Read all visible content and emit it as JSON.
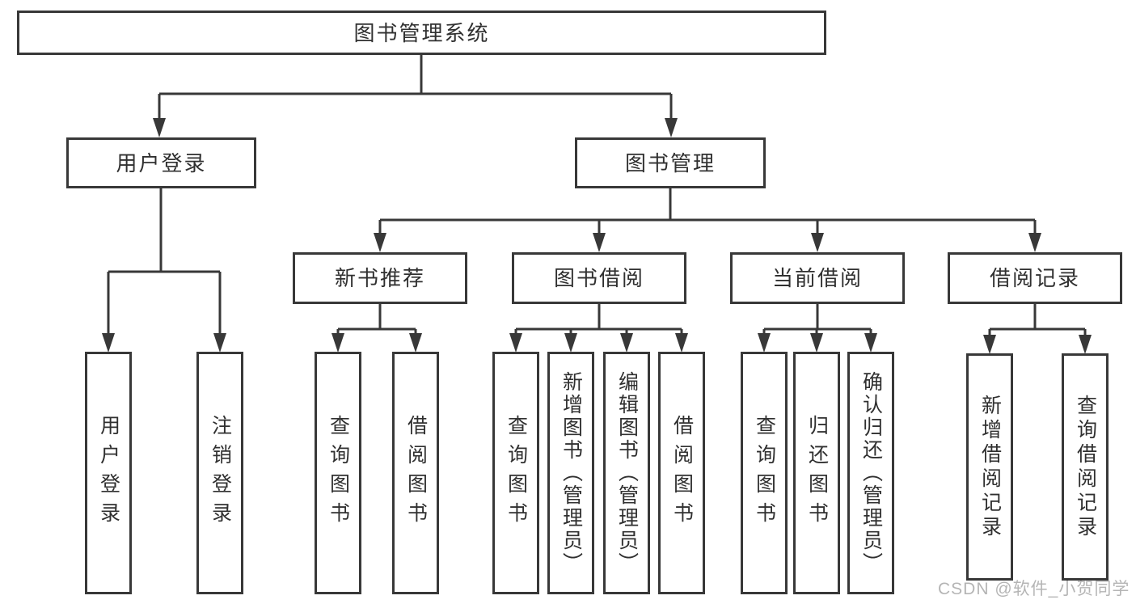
{
  "diagram": {
    "root": {
      "label": "图书管理系统"
    },
    "level2": [
      {
        "label": "用户登录",
        "children": [
          {
            "label": "用户登录"
          },
          {
            "label": "注销登录"
          }
        ]
      },
      {
        "label": "图书管理",
        "children": [
          {
            "label": "新书推荐",
            "children": [
              {
                "label": "查询图书"
              },
              {
                "label": "借阅图书"
              }
            ]
          },
          {
            "label": "图书借阅",
            "children": [
              {
                "label": "查询图书"
              },
              {
                "label": "新增图书（管理员）"
              },
              {
                "label": "编辑图书（管理员）"
              },
              {
                "label": "借阅图书"
              }
            ]
          },
          {
            "label": "当前借阅",
            "children": [
              {
                "label": "查询图书"
              },
              {
                "label": "归还图书"
              },
              {
                "label": "确认归还（管理员）"
              }
            ]
          },
          {
            "label": "借阅记录",
            "children": [
              {
                "label": "新增借阅记录"
              },
              {
                "label": "查询借阅记录"
              }
            ]
          }
        ]
      }
    ]
  },
  "watermark": {
    "text": "CSDN @软件_小贺同学"
  },
  "colors": {
    "line": "#383838",
    "text": "#303030",
    "box_fill": "#ffffff",
    "watermark": "#b5b5b5"
  }
}
